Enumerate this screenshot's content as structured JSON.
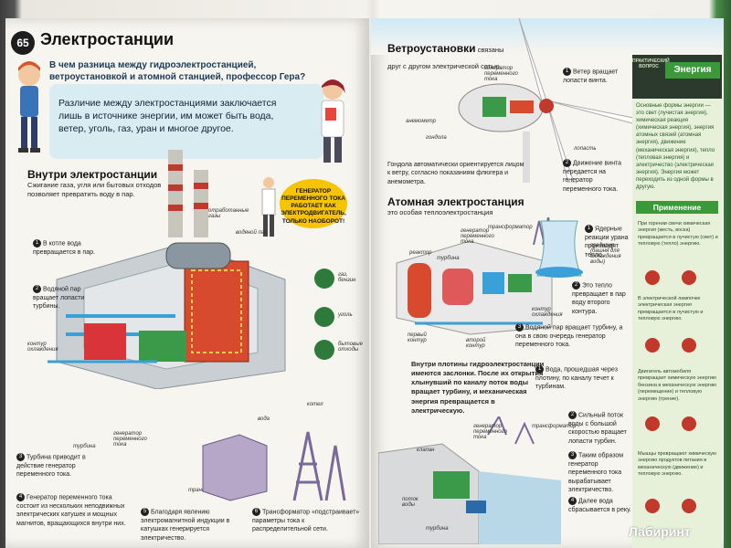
{
  "left": {
    "page_number": "65",
    "title": "Электростанции",
    "question": "В чем разница между гидроэлектростанцией, ветроустановкой и атомной станцией, профессор Гера?",
    "answer": "Различие между электростанциями заключается лишь в источнике энергии, им может быть вода, ветер, уголь, газ, уран и многое другое.",
    "inside_title": "Внутри электростанции",
    "inside_text": "Сжигание газа, угля или бытовых отходов позволяет превратить воду в пар.",
    "bubble": "ГЕНЕРАТОР ПЕРЕМЕННОГО ТОКА РАБОТАЕТ КАК ЭЛЕКТРОДВИГАТЕЛЬ, ТОЛЬКО НАОБОРОТ!",
    "labels": {
      "exhaust": "отработанные газы",
      "steam": "водяной пар",
      "gas": "газ, бензин",
      "coal": "уголь",
      "waste": "бытовые отходы",
      "cooling": "контур охлаждения",
      "water": "вода",
      "boiler": "котел",
      "turbine": "турбина",
      "generator": "генератор переменного тока",
      "transformer": "трансформатор"
    },
    "notes": [
      {
        "num": "1",
        "text": "В котле вода превращается в пар."
      },
      {
        "num": "2",
        "text": "Водяной пар вращает лопасти турбины."
      },
      {
        "num": "3",
        "text": "Турбина приводит в действие генератор переменного тока."
      },
      {
        "num": "4",
        "text": "Генератор переменного тока состоит из нескольких неподвижных электрических катушек и мощных магнитов, вращающихся внутри них."
      },
      {
        "num": "5",
        "text": "Благодаря явлению электромагнитной индукции в катушках генерируется электричество."
      },
      {
        "num": "6",
        "text": "Трансформатор «подстраивает» параметры тока к распределительной сети."
      }
    ]
  },
  "right": {
    "wind_title": "Ветроустановки",
    "wind_text": "связаны друг с другом электрической сетью.",
    "wind_labels": {
      "generator": "генератор переменного тока",
      "anemometer": "анемометр",
      "gondola": "гондола",
      "blade": "лопасть"
    },
    "wind_notes": [
      {
        "num": "1",
        "text": "Ветер вращает лопасти винта."
      },
      {
        "num": "2",
        "text": "Движение винта передается на генератор переменного тока."
      },
      {
        "num": "",
        "text": "Гондола автоматически ориентируется лицом к ветру, согласно показаниям флюгера и анемометра."
      }
    ],
    "nuclear_title": "Атомная электростанция",
    "nuclear_sub": "это особая теплоэлектростанция",
    "nuclear_labels": {
      "reactor": "реактор",
      "turbine": "турбина",
      "generator": "генератор переменного тока",
      "transformer": "трансформатор",
      "tower": "градирня (башня для охлаждения воды)",
      "first": "первый контур",
      "second": "второй контур",
      "cooling": "контур охлаждения"
    },
    "nuclear_notes": [
      {
        "num": "1",
        "text": "Ядерные реакции урана производят тепло."
      },
      {
        "num": "2",
        "text": "Это тепло превращает в пар воду второго контура."
      },
      {
        "num": "3",
        "text": "Водяной пар вращает турбину, а она в свою очередь генератор переменного тока."
      }
    ],
    "hydro_intro": "Внутри плотины гидроэлектростанции имеются заслонки. После их открытия хлынувший по каналу поток воды вращает турбину, и механическая энергия превращается в электрическую.",
    "hydro_labels": {
      "generator": "генератор переменного тока",
      "transformer": "трансформатор",
      "valve": "клапан",
      "flow": "поток воды",
      "turbine": "турбина"
    },
    "hydro_notes": [
      {
        "num": "1",
        "text": "Вода, прошедшая через плотину, по каналу течет к турбинам."
      },
      {
        "num": "2",
        "text": "Сильный поток воды с большой скоростью вращает лопасти турбин."
      },
      {
        "num": "3",
        "text": "Таким образом генератор переменного тока вырабатывает электричество."
      },
      {
        "num": "4",
        "text": "Далее вода сбрасывается в реку."
      }
    ],
    "sidebar": {
      "tag": "ПРАКТИЧЕСКИЙ ВОПРОС",
      "title": "Энергия",
      "energy_text": "Основные формы энергии — это свет (лучистая энергия), химическая реакция (химическая энергия), энергия атомных связей (атомная энергия), движение (механическая энергия), тепло (тепловая энергия) и электричество (электрическая энергия). Энергия может переходить из одной формы в другую.",
      "use_title": "Применение",
      "use1": "При горении свечи химическая энергия (жесть, воска) превращается в лучистую (свет) и тепловую (тепло) энергию.",
      "use2": "В электрической лампочке электрическая энергия превращается в лучистую и тепловую энергию.",
      "use3": "Двигатель автомобиля превращает химическую энергию бензина в механическую энергию (перемещение) и тепловую энергию (трение).",
      "use4": "Мышцы превращают химическую энергию продуктов питания в механическую (движение) и тепловую энергию."
    },
    "watermark": "Лабиринт"
  }
}
